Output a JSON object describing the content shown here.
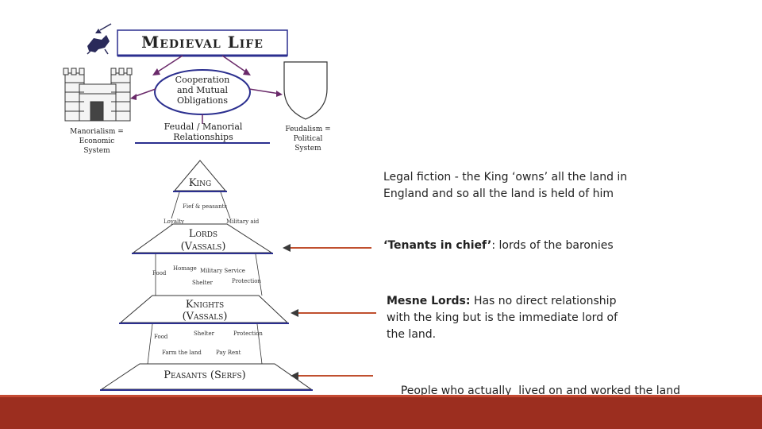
{
  "diagram": {
    "title": "Medieval Life",
    "center_oval": [
      "Cooperation",
      "and Mutual",
      "Obligations"
    ],
    "left_caption": [
      "Manorialism =",
      "Economic",
      "System"
    ],
    "middle_caption": [
      "Feudal / Manorial",
      "Relationships"
    ],
    "right_caption": [
      "Feudalism =",
      "Political",
      "System"
    ],
    "king": "King",
    "fief_label": "Fief & peasants",
    "loyalty": "Loyalty",
    "military_aid": "Military aid",
    "lords": [
      "Lords",
      "(Vassals)"
    ],
    "food": "Food",
    "homage": "Homage",
    "military_service": "Military Service",
    "shelter": "Shelter",
    "protection": "Protection",
    "knights": [
      "Knights",
      "(Vassals)"
    ],
    "food2": "Food",
    "shelter2": "Shelter",
    "protection2": "Protection",
    "farm_the_land": "Farm the land",
    "pay_rent": "Pay Rent",
    "peasants": "Peasants (Serfs)"
  },
  "notes": {
    "king_note": [
      "Legal fiction - the King ‘owns’ all the land in",
      "England and so all the land is held of him"
    ],
    "lords_note_bold": "‘Tenants in chief’",
    "lords_note_rest": ": lords of the baronies",
    "knights_note_bold": "Mesne Lords:",
    "knights_note_lines": [
      " Has no direct relationship",
      "with the king but is the immediate lord of",
      "the land."
    ],
    "peasants_note": "People who actually  lived on and worked the land"
  },
  "colors": {
    "footer": "#9c2e1f",
    "arrow_line": "#c0502f",
    "diagram_accent": "#2b2f8f",
    "purple_arrows": "#6a2a6a"
  }
}
